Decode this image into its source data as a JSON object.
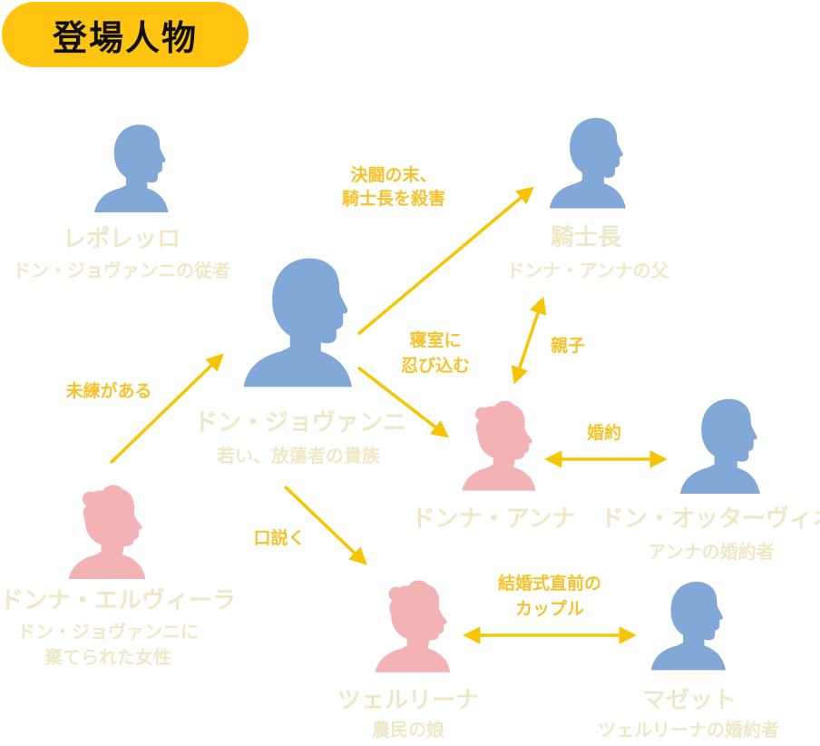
{
  "title": "登場人物",
  "colors": {
    "title_bg": "#ffc410",
    "arrow": "#f6c500",
    "male": "#82a8d8",
    "female": "#f3b2b4",
    "label": "#efe8c7"
  },
  "characters": {
    "giovanni": {
      "name": "ドン・ジョヴァンニ",
      "desc": "若い、放蕩者の貴族",
      "gender": "male"
    },
    "leporello": {
      "name": "レポレッロ",
      "desc": "ドン・ジョヴァンニの従者",
      "gender": "male"
    },
    "commendatore": {
      "name": "騎士長",
      "desc": "ドンナ・アンナの父",
      "gender": "male"
    },
    "anna": {
      "name": "ドンナ・アンナ",
      "gender": "female"
    },
    "ottavio": {
      "name": "ドン・オッターヴィオ",
      "desc": "アンナの婚約者",
      "gender": "male"
    },
    "elvira": {
      "name": "ドンナ・エルヴィーラ",
      "desc_line1": "ドン・ジョヴァンニに",
      "desc_line2": "棄てられた女性",
      "gender": "female"
    },
    "zerlina": {
      "name": "ツェルリーナ",
      "desc": "農民の娘",
      "gender": "female"
    },
    "masetto": {
      "name": "マゼット",
      "desc": "ツェルリーナの婚約者",
      "gender": "male"
    }
  },
  "relations": {
    "duel_line1": "決闘の末、",
    "duel_line2": "騎士長を殺害",
    "parent_child": "親子",
    "sneak_line1": "寝室に",
    "sneak_line2": "忍び込む",
    "engaged": "婚約",
    "lingering": "未練がある",
    "seduce": "口説く",
    "couple_line1": "結婚式直前の",
    "couple_line2": "カップル"
  }
}
